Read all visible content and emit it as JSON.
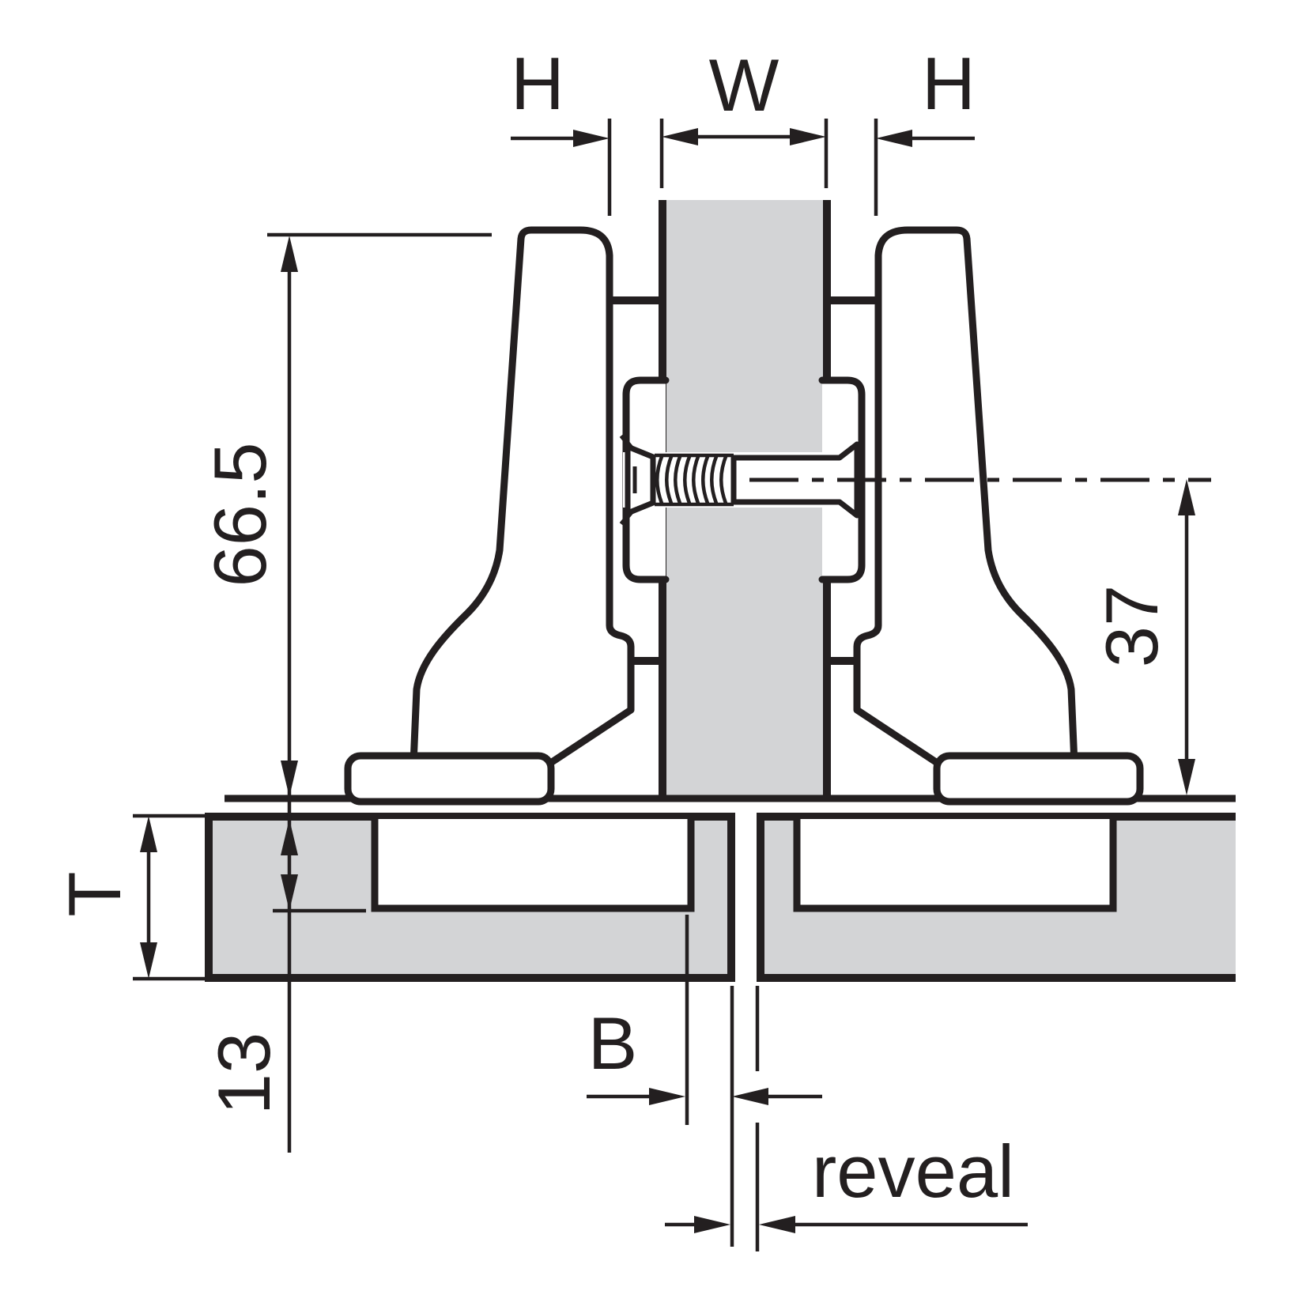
{
  "diagram": {
    "labels": {
      "h_left": "H",
      "w": "W",
      "h_right": "H",
      "height_66_5": "66.5",
      "axis_37": "37",
      "thickness_t": "T",
      "depth_13": "13",
      "bore_b": "B",
      "reveal": "reveal"
    },
    "colors": {
      "line": "#231f20",
      "panel_fill": "#d3d4d6",
      "background": "#ffffff"
    }
  }
}
